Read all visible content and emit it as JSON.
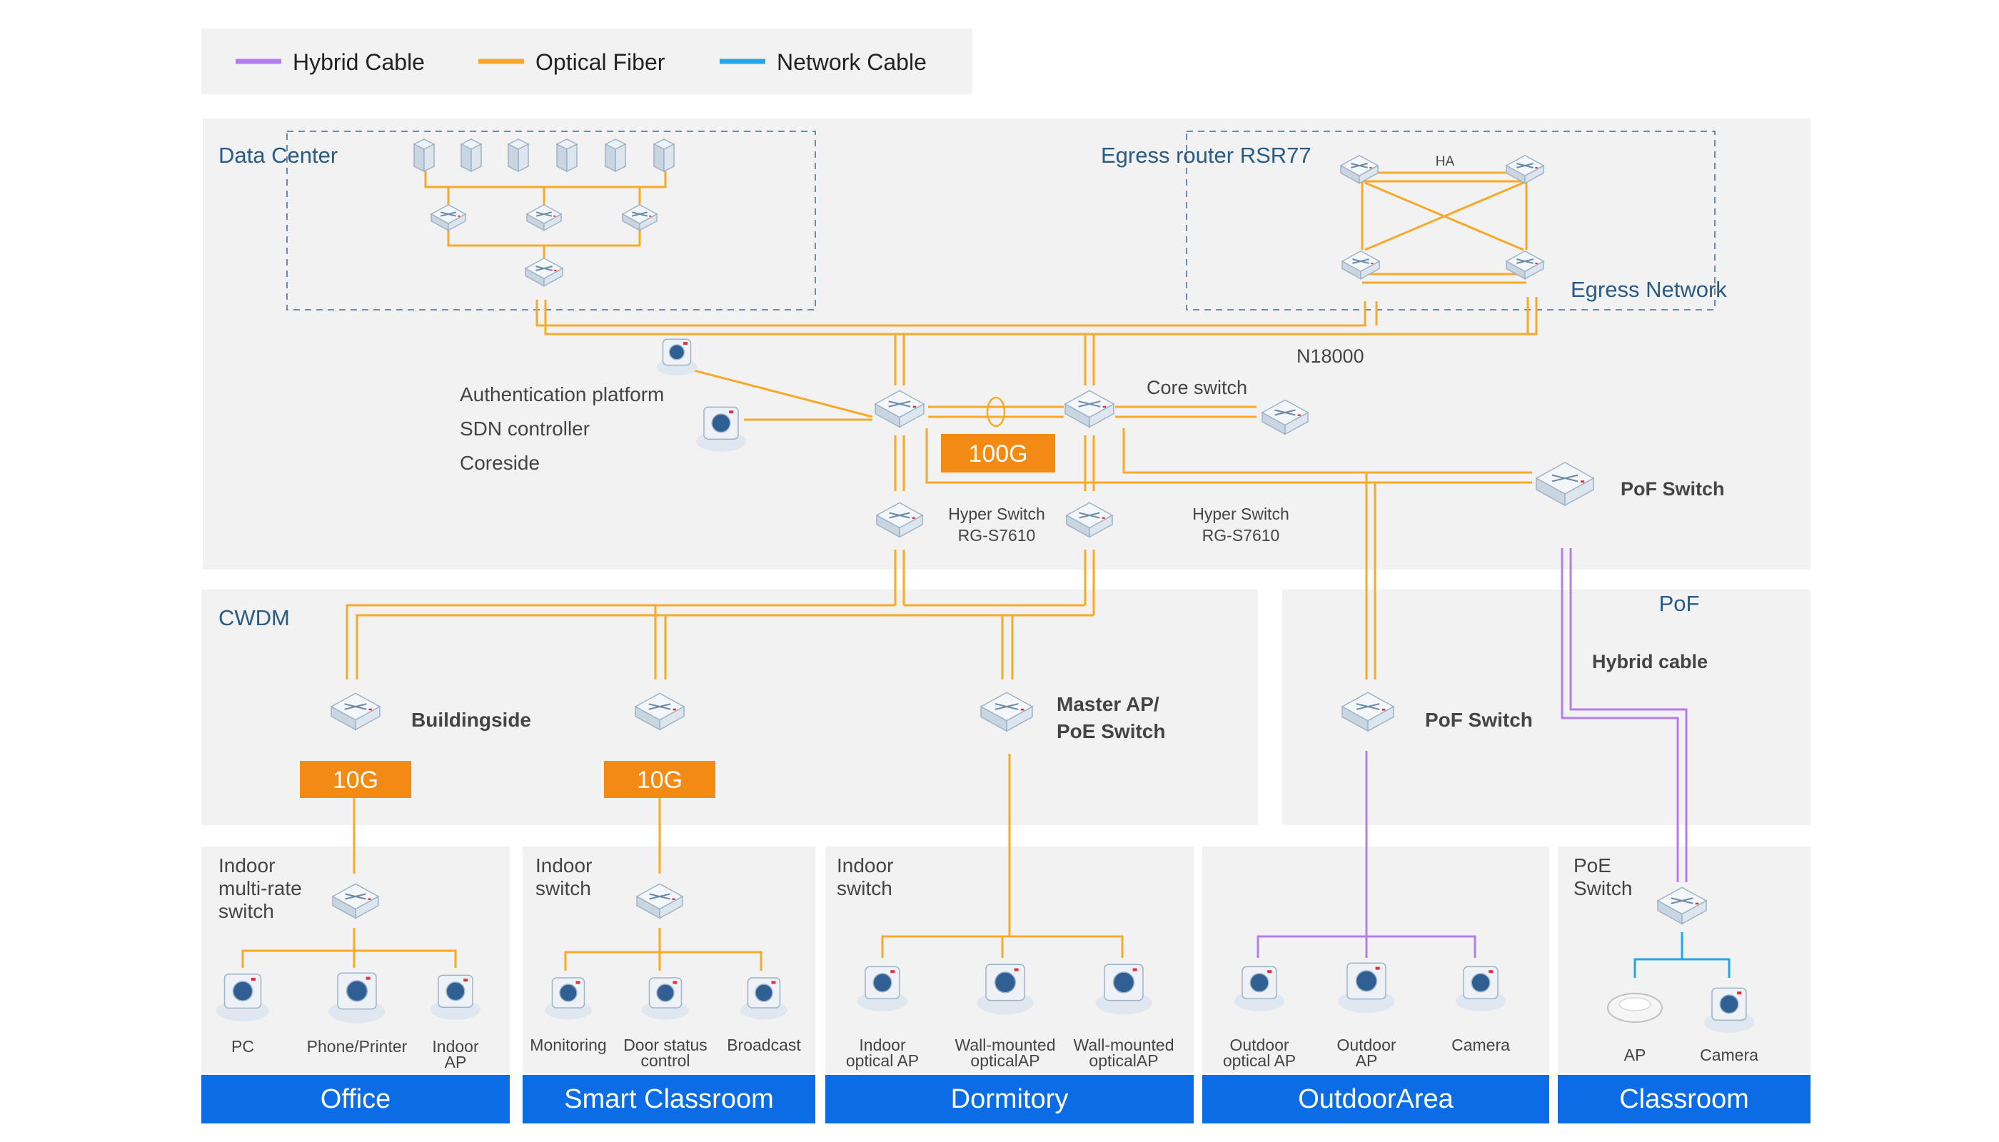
{
  "legend": {
    "items": [
      {
        "label": "Hybrid Cable",
        "color": "#b57cf0"
      },
      {
        "label": "Optical Fiber",
        "color": "#f7a928"
      },
      {
        "label": "Network Cable",
        "color": "#1ea7ee"
      }
    ]
  },
  "colors": {
    "fiber": "#f7a928",
    "hybrid": "#b57cf0",
    "network": "#1ea7ee",
    "region_bg": "#f2f2f2",
    "footer_bar": "#0b6ce6",
    "speed_badge": "#f28a13",
    "region_title": "#2a5b84",
    "dark_text": "#444444"
  },
  "core": {
    "data_center": "Data Center",
    "egress_router": "Egress router RSR77",
    "ha": "HA",
    "egress_network": "Egress Network",
    "n18000": "N18000",
    "core_switch": "Core switch",
    "speed": "100G",
    "auth": "Authentication platform",
    "sdn": "SDN controller",
    "coreside": "Coreside",
    "hyper_switch_1": [
      "Hyper Switch",
      "RG-S7610"
    ],
    "hyper_switch_2": [
      "Hyper Switch",
      "RG-S7610"
    ],
    "pof_switch": "PoF Switch"
  },
  "cwdm": {
    "title": "CWDM",
    "buildingside": "Buildingside",
    "speed_1": "10G",
    "speed_2": "10G",
    "master_ap": [
      "Master AP/",
      "PoE Switch"
    ]
  },
  "pof": {
    "title": "PoF",
    "hybrid": "Hybrid cable",
    "switch": "PoF Switch"
  },
  "zones": {
    "office": {
      "switch": [
        "Indoor",
        "multi-rate",
        "switch"
      ],
      "devices": [
        [
          "PC"
        ],
        [
          "Phone/Printer"
        ],
        [
          "Indoor",
          "AP"
        ]
      ],
      "footer": "Office"
    },
    "classroom_smart": {
      "switch": [
        "Indoor",
        "switch"
      ],
      "devices": [
        [
          "Monitoring"
        ],
        [
          "Door status",
          "control"
        ],
        [
          "Broadcast"
        ]
      ],
      "footer": "Smart Classroom"
    },
    "dormitory": {
      "switch": [
        "Indoor",
        "switch"
      ],
      "devices": [
        [
          "Indoor",
          "optical AP"
        ],
        [
          "Wall-mounted",
          "opticalAP"
        ],
        [
          "Wall-mounted",
          "opticalAP"
        ]
      ],
      "footer": "Dormitory"
    },
    "outdoor": {
      "devices": [
        [
          "Outdoor",
          "optical AP"
        ],
        [
          "Outdoor",
          "AP"
        ],
        [
          "Camera"
        ]
      ],
      "footer": "OutdoorArea"
    },
    "classroom": {
      "switch": [
        "PoE",
        "Switch"
      ],
      "devices": [
        [
          "AP"
        ],
        [
          "Camera"
        ]
      ],
      "footer": "Classroom"
    }
  }
}
